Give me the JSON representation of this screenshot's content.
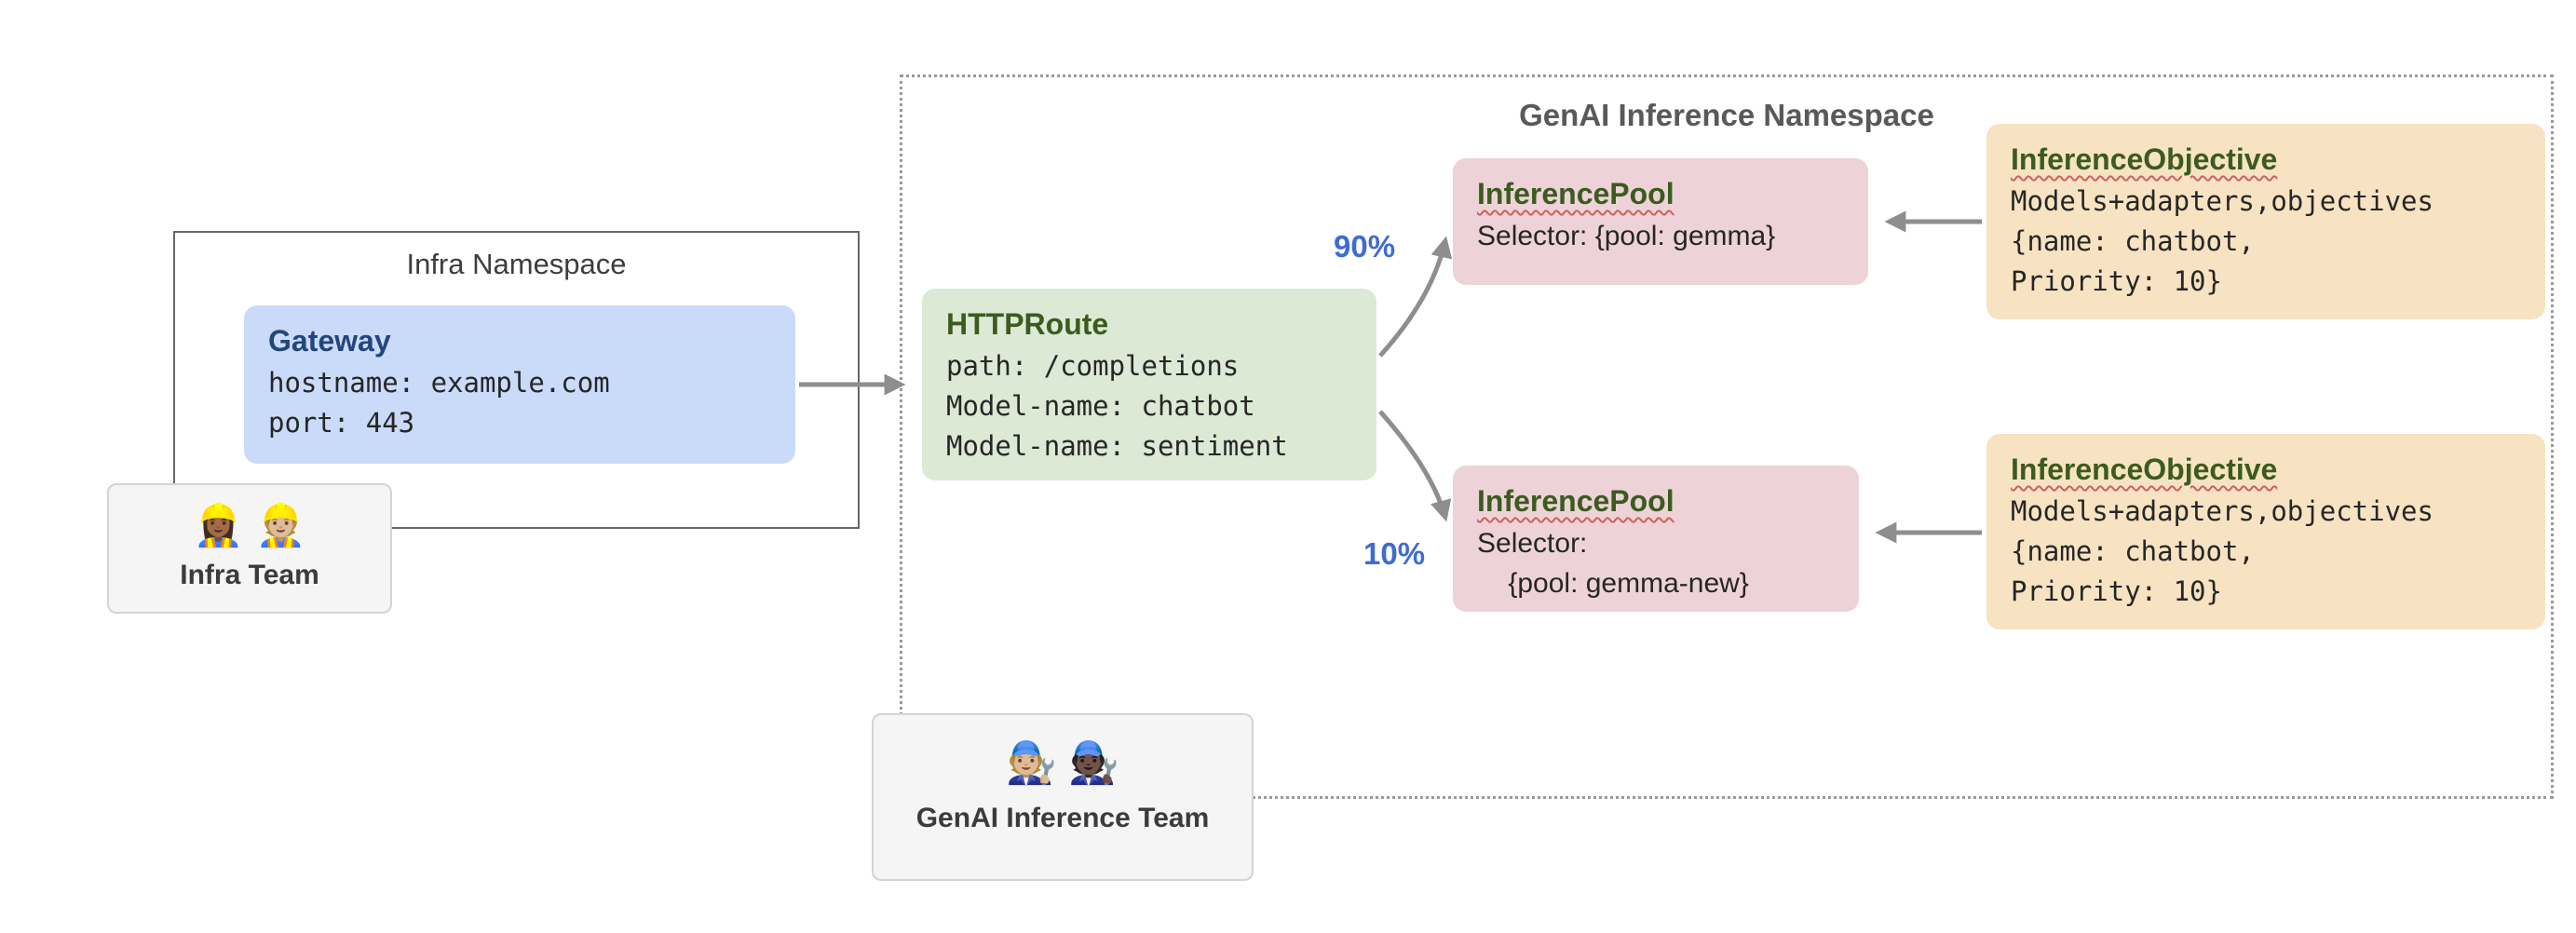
{
  "colors": {
    "gateway_bg": "#c9dbf8",
    "httproute_bg": "#dce9d5",
    "inferencepool_bg": "#edd3d7",
    "inferenceobjective_bg": "#f7e3c2",
    "title_green": "#3b5b1f",
    "title_blue": "#24457c",
    "arrow_gray": "#8e8e8e",
    "weight_blue": "#3f6cd3"
  },
  "infra_namespace": {
    "title": "Infra Namespace",
    "gateway": {
      "title": "Gateway",
      "lines": [
        "hostname: example.com",
        "port: 443"
      ]
    }
  },
  "infra_team": {
    "label": "Infra Team",
    "emojis": "👷🏾‍♀️ 👷🏼"
  },
  "genai_namespace": {
    "title": "GenAI Inference Namespace",
    "httproute": {
      "title": "HTTPRoute",
      "lines": [
        "path: /completions",
        "Model-name: chatbot",
        "Model-name: sentiment"
      ]
    },
    "weight_top": "90%",
    "weight_bottom": "10%",
    "pool_top": {
      "title": "InferencePool",
      "lines": [
        "Selector: {pool: gemma}"
      ]
    },
    "pool_bottom": {
      "title": "InferencePool",
      "lines": [
        "Selector:",
        "    {pool: gemma-new}"
      ]
    },
    "objective_top": {
      "title": "InferenceObjective",
      "lines": [
        "Models+adapters,objectives",
        "{name: chatbot,",
        "Priority: 10}"
      ]
    },
    "objective_bottom": {
      "title": "InferenceObjective",
      "lines": [
        "Models+adapters,objectives",
        "{name: chatbot,",
        "Priority: 10}"
      ]
    }
  },
  "genai_team": {
    "label": "GenAI Inference Team",
    "emojis": "🧑🏼‍🔧 🧑🏿‍🔧"
  }
}
